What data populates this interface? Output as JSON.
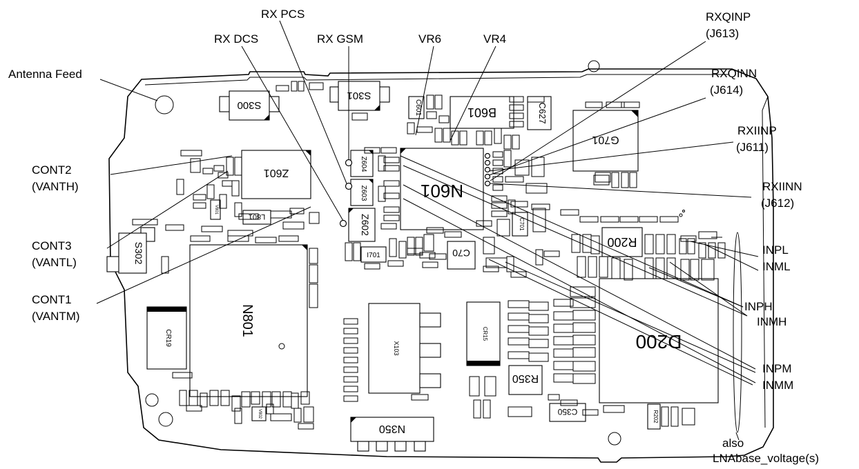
{
  "callouts": {
    "antenna_feed": "Antenna Feed",
    "rx_pcs": "RX PCS",
    "rx_dcs": "RX DCS",
    "rx_gsm": "RX GSM",
    "vr6": "VR6",
    "vr4": "VR4",
    "rxqinp": [
      "RXQINP",
      "(J613)"
    ],
    "rxqinn": [
      "RXQINN",
      "(J614)"
    ],
    "rxiinp": [
      "RXIINP",
      "(J611)"
    ],
    "rxiinn": [
      "RXIINN",
      "(J612)"
    ],
    "cont2": [
      "CONT2",
      "(VANTH)"
    ],
    "cont3": [
      "CONT3",
      "(VANTL)"
    ],
    "cont1": [
      "CONT1",
      "(VANTM)"
    ],
    "inpl": "INPL",
    "inml": "INML",
    "inph": "INPH",
    "inmh": "INMH",
    "inpm": "INPM",
    "inmm": "INMM",
    "lna_note": [
      "also",
      "LNAbase_voltage(s)"
    ]
  },
  "components": {
    "s300": "S300",
    "s301": "S301",
    "s302": "S302",
    "z601": "Z601",
    "z602": "Z602",
    "z603": "Z603",
    "z604": "Z604",
    "n601": "N601",
    "b601": "B601",
    "c627": "C627",
    "g701": "G701",
    "r200": "R200",
    "d200": "D200",
    "n801": "N801",
    "n350": "N350",
    "r350": "R350",
    "x103": "X103",
    "cr19": "CR19",
    "cr15": "CR15",
    "l801": "L801",
    "i701": "I701",
    "c701": "C701",
    "c70": "C70",
    "c601": "C601",
    "c350": "C350",
    "r202": "R202",
    "v801": "V801",
    "v802": "V802"
  }
}
